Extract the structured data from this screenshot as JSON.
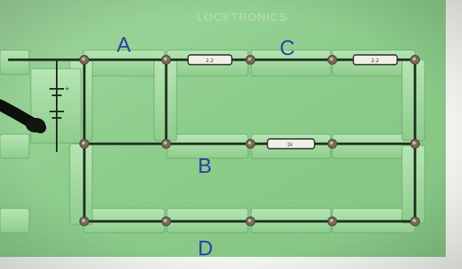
{
  "photo": {
    "brand_text": "LOCKTRONICS",
    "node_labels": [
      "A",
      "B",
      "C",
      "D"
    ],
    "resistor_markings": [
      "2.2",
      "1k",
      "2.2"
    ],
    "colors": {
      "board": "#8fcf8e",
      "board_dark": "#6fae6f",
      "wire": "#1d2a1d",
      "label": "#2f3fa8",
      "connector": "#7a6a5a"
    }
  }
}
